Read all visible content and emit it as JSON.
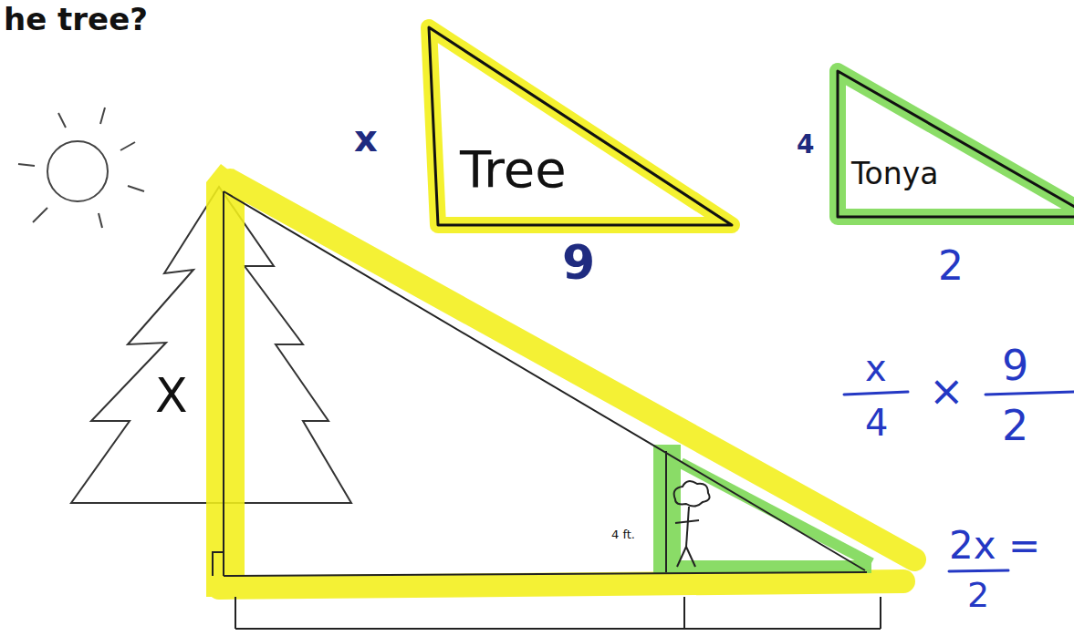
{
  "diagram": {
    "nodes": [
      {
        "text": [
          "Tree"
        ]
      },
      {
        "text": [
          "Tonya"
        ]
      }
    ],
    "labels": [
      "he tree?",
      "X",
      "4 ft.",
      "x",
      "9",
      "4",
      "2",
      "x",
      "4",
      "×",
      "9",
      "2",
      "2x =",
      "2"
    ]
  }
}
